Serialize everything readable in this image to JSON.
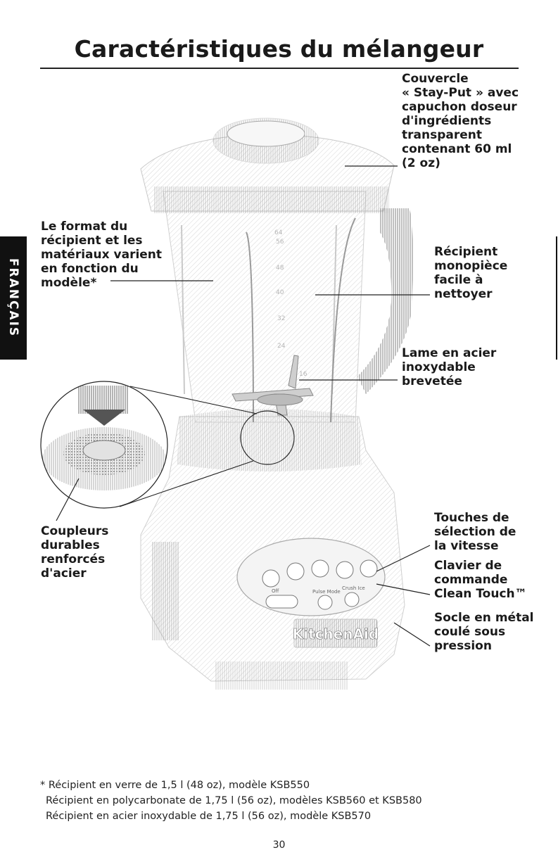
{
  "title": "Caractéristiques du mélangeur",
  "side_tab": "FRANÇAIS",
  "labels": {
    "couvercle": [
      "Couvercle",
      "« Stay-Put » avec",
      "capuchon doseur",
      "d'ingrédients",
      "transparent",
      "contenant 60 ml",
      "(2 oz)"
    ],
    "format": [
      "Le format du",
      "récipient et les",
      "matériaux varient",
      "en fonction du",
      "modèle*"
    ],
    "recipient": [
      "Récipient",
      "monopièce",
      "facile à",
      "nettoyer"
    ],
    "lame": [
      "Lame en acier",
      "inoxydable",
      "brevetée"
    ],
    "touches": [
      "Touches de",
      "sélection de",
      "la vitesse"
    ],
    "clavier": [
      "Clavier de",
      "commande",
      "Clean Touch™"
    ],
    "socle": [
      "Socle en métal",
      "coulé sous",
      "pression"
    ],
    "coupleurs": [
      "Coupleurs",
      "durables",
      "renforcés",
      "d'acier"
    ]
  },
  "jar_markings": [
    "64",
    "56",
    "48",
    "40",
    "32",
    "24",
    "16"
  ],
  "panel_text": [
    "Off",
    "Pulse Mode",
    "Crush Ice"
  ],
  "brand": "KitchenAid",
  "footnotes": [
    "* Récipient en verre de 1,5 l (48 oz), modèle KSB550",
    "Récipient en polycarbonate de 1,75 l (56 oz), modèles KSB560 et KSB580",
    "Récipient en acier inoxydable de 1,75 l (56 oz), modèle KSB570"
  ],
  "page_number": "30"
}
